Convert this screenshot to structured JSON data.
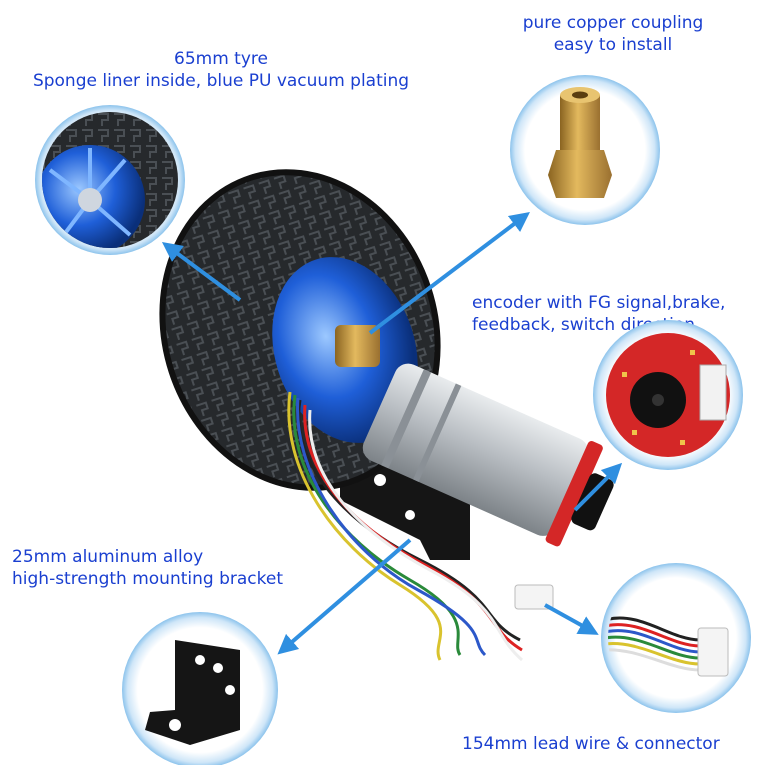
{
  "captions": {
    "tyre": {
      "line1": "65mm tyre",
      "line2": "Sponge liner inside, blue PU vacuum plating"
    },
    "coupling": {
      "line1": "pure copper coupling",
      "line2": "easy to install"
    },
    "encoder": {
      "line1": "encoder with FG signal,brake,",
      "line2": "feedback, switch direction"
    },
    "bracket": {
      "line1": "25mm aluminum alloy",
      "line2": "high-strength mounting bracket"
    },
    "wire": {
      "line1": "154mm lead wire & connector"
    }
  },
  "colors": {
    "caption_text": "#1a3fd0",
    "arrow": "#2f8fe0",
    "circle_ring": "#9fd0f2",
    "tyre_rubber": "#26292c",
    "hub_blue": "#1f5fd8",
    "brass": "#c99a3e",
    "motor_silver": "#b9bec3",
    "pcb_red": "#d42727",
    "bracket_black": "#151515"
  }
}
